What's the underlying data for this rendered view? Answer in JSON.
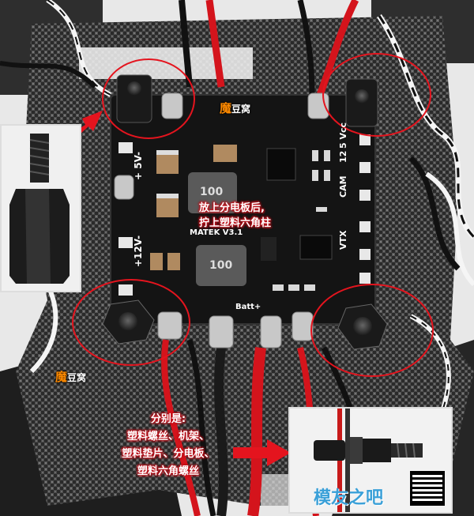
{
  "brand": {
    "part1": "魔",
    "part2": "豆窝"
  },
  "pcb_labels": {
    "v5": "+ 5V-",
    "v12": "+12V-",
    "batt": "Batt+",
    "ind1": "100",
    "ind2": "100",
    "model": "MATEK V3.1",
    "vcc": "5 Vcc",
    "cam": "CAM",
    "vtx": "VTX",
    "twelve": "12"
  },
  "note_top": {
    "line1": "放上分电板后,",
    "line2": "拧上塑料六角柱"
  },
  "note_bottom": {
    "line1": "分别是:",
    "line2": "塑料螺丝、机架、",
    "line3": "塑料垫片、分电板、",
    "line4": "塑料六角螺丝"
  },
  "watermark": {
    "text": "模友之吧"
  },
  "colors": {
    "annotation_red": "#e4141e",
    "brand_orange": "#ff8a00",
    "pcb_black": "#111111"
  }
}
